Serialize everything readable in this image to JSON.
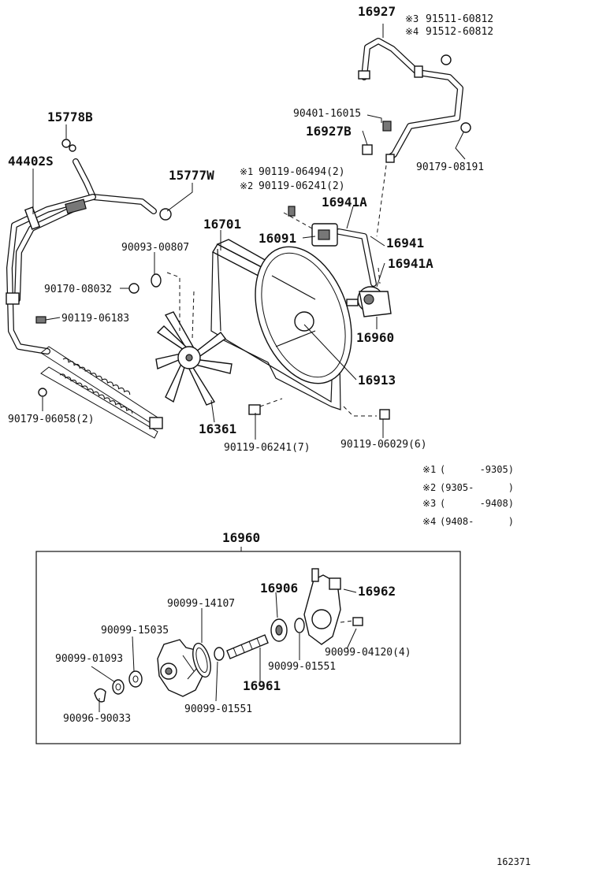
{
  "labels": {
    "p16927": "16927",
    "n3": "※3",
    "p91511": "91511-60812",
    "n4": "※4",
    "p91512": "91512-60812",
    "p90401": "90401-16015",
    "p16927b": "16927B",
    "p90179_08191": "90179-08191",
    "p15778b": "15778B",
    "p44402s": "44402S",
    "p15777w": "15777W",
    "n1": "※1",
    "p90119_06494": "90119-06494(2)",
    "n2": "※2",
    "p90119_06241_2": "90119-06241(2)",
    "p16941a_top": "16941A",
    "p16701": "16701",
    "p16091": "16091",
    "p16941": "16941",
    "p16941a_mid": "16941A",
    "p90093": "90093-00807",
    "p90170": "90170-08032",
    "p90119_06183": "90119-06183",
    "p16960_top": "16960",
    "p16913": "16913",
    "p90179_06058": "90179-06058(2)",
    "p16361": "16361",
    "p90119_06241_7": "90119-06241(7)",
    "p90119_06029": "90119-06029(6)",
    "p16960_box": "16960",
    "p16906": "16906",
    "p16962": "16962",
    "p90099_14107": "90099-14107",
    "p90099_15035": "90099-15035",
    "p90099_04120": "90099-04120(4)",
    "p90099_01093": "90099-01093",
    "p90099_01551_r": "90099-01551",
    "p16961": "16961",
    "p90096": "90096-90033",
    "p90099_01551_l": "90099-01551",
    "figure_no": "162371"
  },
  "legend": [
    {
      "mark": "※1",
      "range": "(      -9305)"
    },
    {
      "mark": "※2",
      "range": "(9305-      )"
    },
    {
      "mark": "※3",
      "range": "(      -9408)"
    },
    {
      "mark": "※4",
      "range": "(9408-      )"
    }
  ]
}
